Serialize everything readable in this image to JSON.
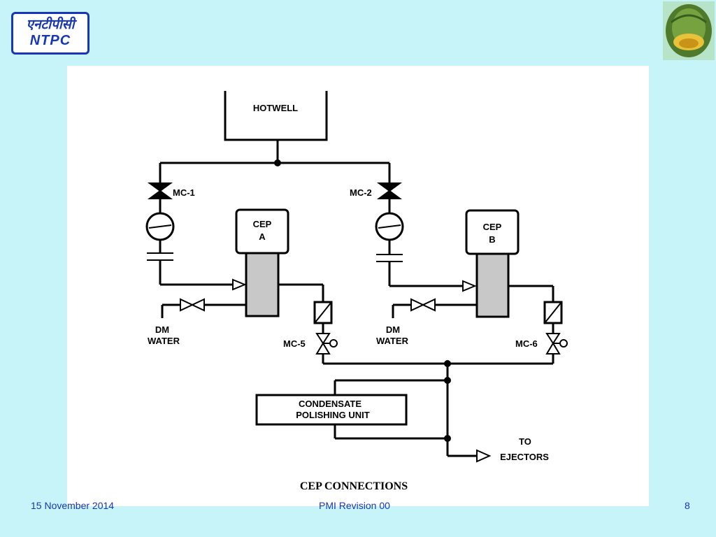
{
  "header": {
    "logo_hindi": "एनटीपीसी",
    "logo_english": "NTPC",
    "emblem_icon": "leaf-emblem-icon"
  },
  "diagram": {
    "hotwell_label": "HOTWELL",
    "mc1_label": "MC-1",
    "mc2_label": "MC-2",
    "cep_a_line1": "CEP",
    "cep_a_line2": "A",
    "cep_b_line1": "CEP",
    "cep_b_line2": "B",
    "dm_a_line1": "DM",
    "dm_a_line2": "WATER",
    "dm_b_line1": "DM",
    "dm_b_line2": "WATER",
    "mc5_label": "MC-5",
    "mc6_label": "MC-6",
    "cpu_line1": "CONDENSATE",
    "cpu_line2": "POLISHING UNIT",
    "to_line1": "TO",
    "to_line2": "EJECTORS",
    "caption": "CEP CONNECTIONS"
  },
  "footer": {
    "date": "15 November 2014",
    "center": "PMI Revision 00",
    "page_number": "8"
  },
  "colors": {
    "background": "#c6f4f8",
    "logo_blue": "#1836b8",
    "pump_gray": "#c8c8c8"
  }
}
